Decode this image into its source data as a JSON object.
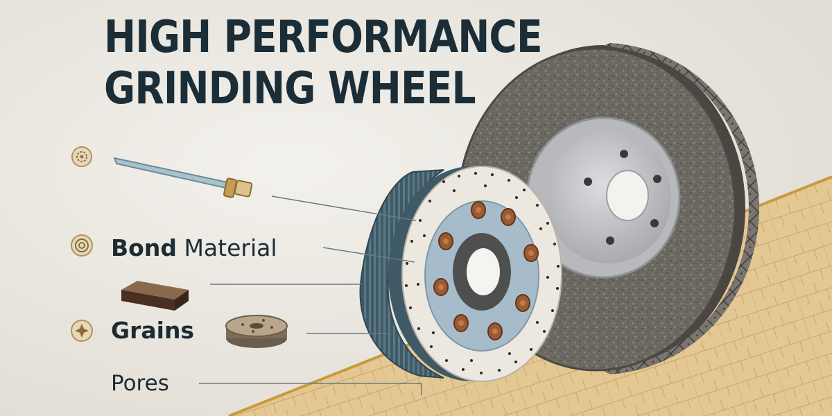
{
  "title": {
    "line1": "HIGH PERFORMANCE",
    "line2": "GRINDING WHEEL"
  },
  "labels": {
    "bond_bold": "Bond",
    "bond_rest": " Material",
    "grains": "Grains",
    "pores": "Pores"
  },
  "colors": {
    "background": "#ebe8e1",
    "title": "#1b2e38",
    "floor": "#e3c48e",
    "floor_edge": "#c99a3f",
    "wheel_band": "#3f5a66",
    "disc_face": "#e9e4dc",
    "hub_blue": "#9fb6c4",
    "bolt_copper": "#9a5a32",
    "abrasive": "#6e6a64",
    "metal_hub": "#c9cacd"
  },
  "icons": {
    "row1": "spiral-emblem-icon",
    "row2": "ring-emblem-icon",
    "row3": "star-emblem-icon"
  }
}
